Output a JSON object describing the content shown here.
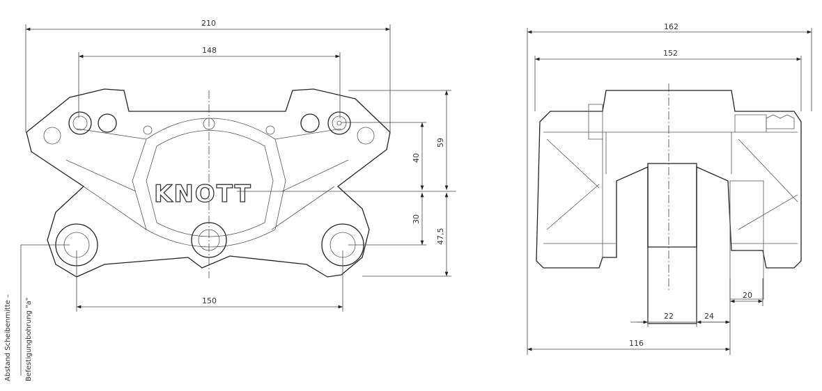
{
  "front_view": {
    "logo": "KNOTT",
    "dimensions": {
      "overall_width": "210",
      "top_holes_spacing": "148",
      "bottom_holes_spacing": "150",
      "upper_to_center": "40",
      "center_to_lower": "30",
      "top_to_center": "59",
      "center_to_bottom": "47,5"
    },
    "note_line1": "Abstand Scheibenmitte –",
    "note_line2": "Befestigungbohrung \"a\""
  },
  "side_view": {
    "dimensions": {
      "overall_width": "162",
      "body_width": "152",
      "mount_to_edge": "116",
      "disc_width": "22",
      "gap": "24",
      "flange": "20"
    }
  }
}
